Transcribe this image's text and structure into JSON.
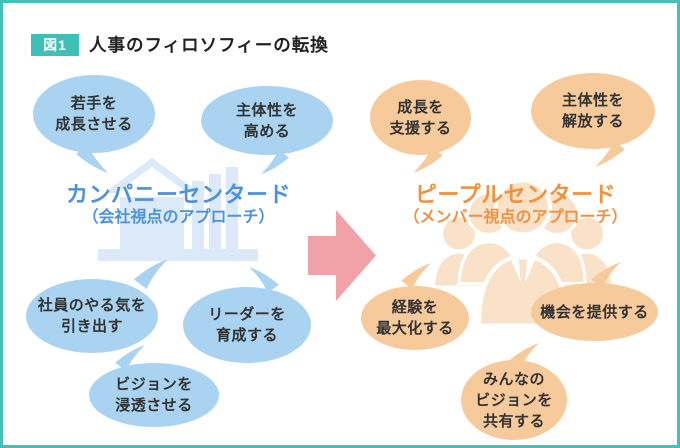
{
  "figure": {
    "badge": "図1",
    "title": "人事のフィロソフィーの転換"
  },
  "left": {
    "heading": "カンパニーセンタード",
    "subheading": "（会社視点のアプローチ）",
    "icon": "building-icon",
    "bubbles": [
      {
        "text": "若手を\n成長させる"
      },
      {
        "text": "主体性を\n高める"
      },
      {
        "text": "社員のやる気を\n引き出す"
      },
      {
        "text": "リーダーを\n育成する"
      },
      {
        "text": "ビジョンを\n浸透させる"
      }
    ]
  },
  "right": {
    "heading": "ピープルセンタード",
    "subheading": "（メンバー視点のアプローチ）",
    "icon": "people-group-icon",
    "bubbles": [
      {
        "text": "成長を\n支援する"
      },
      {
        "text": "主体性を\n解放する"
      },
      {
        "text": "経験を\n最大化する"
      },
      {
        "text": "機会を提供する"
      },
      {
        "text": "みんなの\nビジョンを\n共有する"
      }
    ]
  },
  "arrow": {
    "direction": "right"
  },
  "colors": {
    "accent_teal": "#45c0b9",
    "bubble_blue": "#a9d3f0",
    "bubble_orange": "#f7ca9c",
    "heading_blue": "#4b92da",
    "heading_orange": "#f09140",
    "arrow_pink": "#f1a1a8",
    "icon_light_blue": "#dbe9f8",
    "icon_light_orange": "#f9e2c8",
    "text_dark": "#323232"
  }
}
